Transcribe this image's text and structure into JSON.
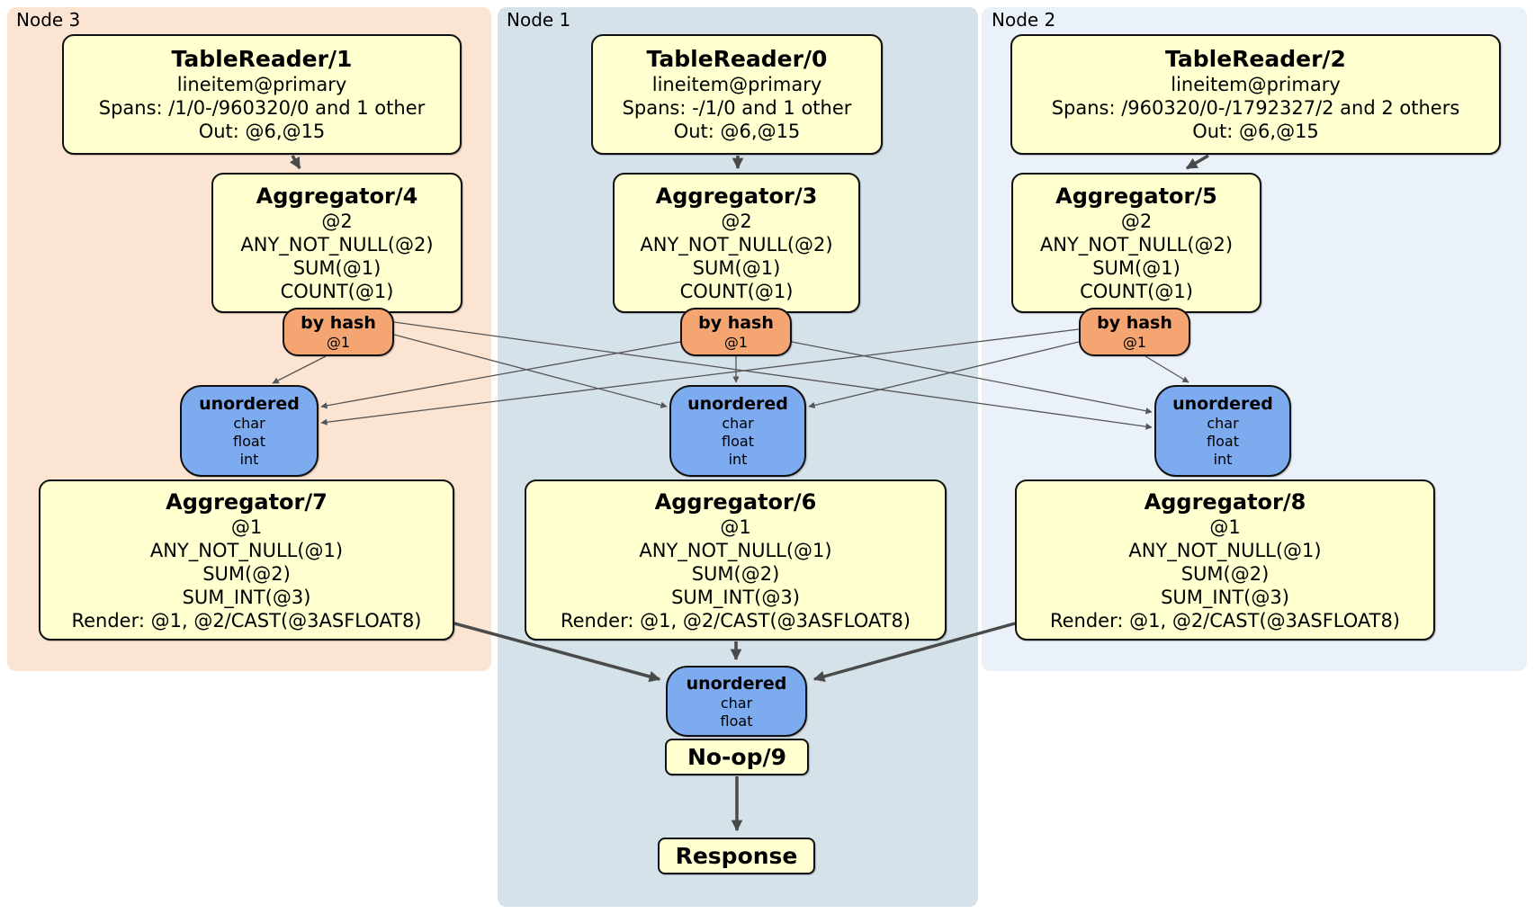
{
  "nodes": [
    {
      "label": "Node 3",
      "table_reader": {
        "title": "TableReader/1",
        "index": "lineitem@primary",
        "spans": "Spans: /1/0-/960320/0 and 1 other",
        "out": "Out: @6,@15"
      },
      "agg_top": {
        "title": "Aggregator/4",
        "l": [
          "@2",
          "ANY_NOT_NULL(@2)",
          "SUM(@1)",
          "COUNT(@1)"
        ]
      },
      "router": {
        "title": "by hash",
        "key": "@1"
      },
      "sync": {
        "title": "unordered",
        "items": [
          "char",
          "float",
          "int"
        ]
      },
      "agg_bottom": {
        "title": "Aggregator/7",
        "l": [
          "@1",
          "ANY_NOT_NULL(@1)",
          "SUM(@2)",
          "SUM_INT(@3)",
          "Render: @1, @2/CAST(@3ASFLOAT8)"
        ]
      }
    },
    {
      "label": "Node 1",
      "table_reader": {
        "title": "TableReader/0",
        "index": "lineitem@primary",
        "spans": "Spans: -/1/0 and 1 other",
        "out": "Out: @6,@15"
      },
      "agg_top": {
        "title": "Aggregator/3",
        "l": [
          "@2",
          "ANY_NOT_NULL(@2)",
          "SUM(@1)",
          "COUNT(@1)"
        ]
      },
      "router": {
        "title": "by hash",
        "key": "@1"
      },
      "sync": {
        "title": "unordered",
        "items": [
          "char",
          "float",
          "int"
        ]
      },
      "agg_bottom": {
        "title": "Aggregator/6",
        "l": [
          "@1",
          "ANY_NOT_NULL(@1)",
          "SUM(@2)",
          "SUM_INT(@3)",
          "Render: @1, @2/CAST(@3ASFLOAT8)"
        ]
      },
      "final_sync": {
        "title": "unordered",
        "items": [
          "char",
          "float"
        ]
      },
      "noop": {
        "title": "No-op/9"
      },
      "response": {
        "title": "Response"
      }
    },
    {
      "label": "Node 2",
      "table_reader": {
        "title": "TableReader/2",
        "index": "lineitem@primary",
        "spans": "Spans: /960320/0-/1792327/2 and 2 others",
        "out": "Out: @6,@15"
      },
      "agg_top": {
        "title": "Aggregator/5",
        "l": [
          "@2",
          "ANY_NOT_NULL(@2)",
          "SUM(@1)",
          "COUNT(@1)"
        ]
      },
      "router": {
        "title": "by hash",
        "key": "@1"
      },
      "sync": {
        "title": "unordered",
        "items": [
          "char",
          "float",
          "int"
        ]
      },
      "agg_bottom": {
        "title": "Aggregator/8",
        "l": [
          "@1",
          "ANY_NOT_NULL(@1)",
          "SUM(@2)",
          "SUM_INT(@3)",
          "Render: @1, @2/CAST(@3ASFLOAT8)"
        ]
      }
    }
  ],
  "colors": {
    "node3_bg": "#fce4d3",
    "node1_bg": "#d6e2ea",
    "node2_bg": "#eaf1f8",
    "processor_box": "#ffffcf",
    "router_box": "#f5a571",
    "sync_box": "#7dabef",
    "edge": "#4a4a4a"
  }
}
